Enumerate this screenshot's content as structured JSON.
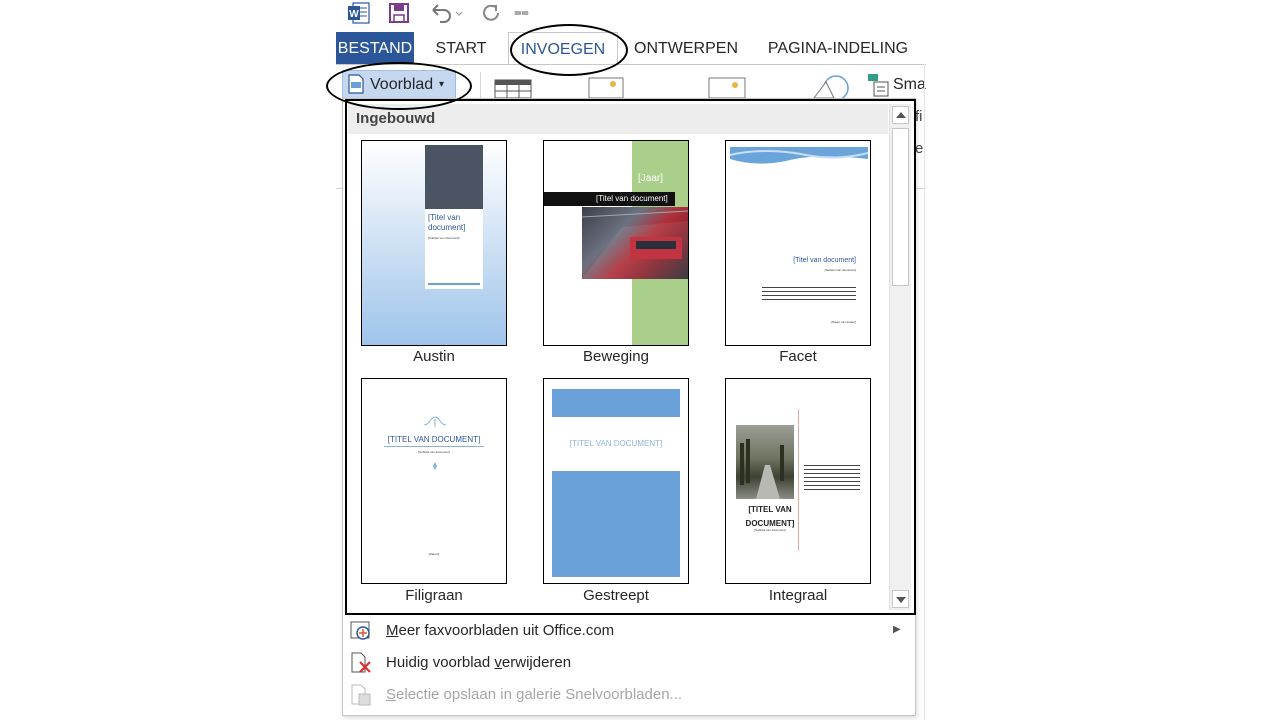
{
  "app": {
    "icon": "word-icon"
  },
  "quick_access": {
    "items": [
      "save-icon",
      "undo-icon",
      "redo-icon",
      "customize-icon"
    ],
    "customize_glyph": "⩵"
  },
  "tabs": [
    {
      "label": "BESTAND"
    },
    {
      "label": "START"
    },
    {
      "label": "INVOEGEN",
      "active": true
    },
    {
      "label": "ONTWERPEN"
    },
    {
      "label": "PAGINA-INDELING"
    }
  ],
  "ribbon": {
    "voorblad_label": "Voorblad",
    "voorblad_arrow": "▾",
    "smartart_fragment": "Sma",
    "frag_line2": "fi",
    "frag_line3": "e"
  },
  "gallery": {
    "section_title": "Ingebouwd",
    "items": [
      {
        "name": "Austin",
        "title": "[Titel van document]",
        "subtitle": "[Subtitel van document]"
      },
      {
        "name": "Beweging",
        "year": "[Jaar]",
        "title": "[Titel van document]"
      },
      {
        "name": "Facet",
        "title": "[Titel van document]",
        "subtitle": "[Subtitel van document]",
        "footer": "[Naam van auteur]"
      },
      {
        "name": "Filigraan",
        "title": "[TITEL VAN DOCUMENT]",
        "subtitle": "[Subtitel van document]",
        "footer": "[Datum]"
      },
      {
        "name": "Gestreept",
        "title": "[TITEL VAN DOCUMENT]"
      },
      {
        "name": "Integraal",
        "title": "[TITEL VAN DOCUMENT]",
        "subtitle": "[Subtitel van document]"
      }
    ]
  },
  "menu": [
    {
      "before": "",
      "underline": "M",
      "after": "eer faxvoorbladen uit Office.com",
      "icon": "office-com-icon",
      "has_submenu": true,
      "disabled": false
    },
    {
      "before": "Huidig voorblad ",
      "underline": "v",
      "after": "erwijderen",
      "icon": "remove-cover-icon",
      "has_submenu": false,
      "disabled": false
    },
    {
      "before": "",
      "underline": "S",
      "after": "electie opslaan in galerie Snelvoorbladen...",
      "icon": "save-selection-icon",
      "has_submenu": false,
      "disabled": true
    }
  ],
  "submenu_glyph": "▶",
  "colors": {
    "file_tab": "#2b579a",
    "accent_text": "#2b579a",
    "austin_band": "#4a5462",
    "beweging_green": "#a9cf8b",
    "facet_blue": "#6aa4db",
    "gestreept_blue": "#6aa0d8"
  }
}
